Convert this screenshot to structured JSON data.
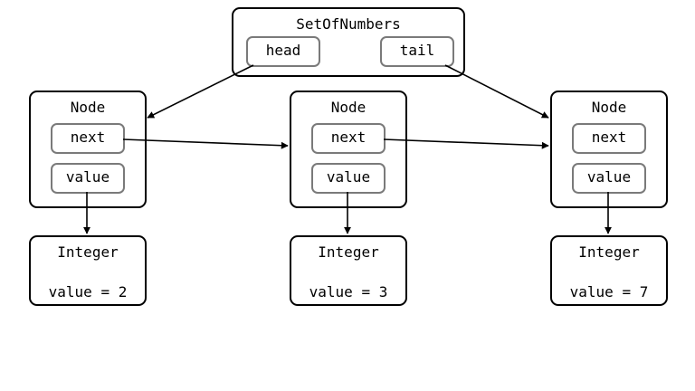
{
  "set": {
    "title": "SetOfNumbers",
    "head_label": "head",
    "tail_label": "tail"
  },
  "nodes": [
    {
      "title": "Node",
      "next_label": "next",
      "value_label": "value"
    },
    {
      "title": "Node",
      "next_label": "next",
      "value_label": "value"
    },
    {
      "title": "Node",
      "next_label": "next",
      "value_label": "value"
    }
  ],
  "integers": [
    {
      "title": "Integer",
      "value_text": "value = 2"
    },
    {
      "title": "Integer",
      "value_text": "value = 3"
    },
    {
      "title": "Integer",
      "value_text": "value = 7"
    }
  ]
}
